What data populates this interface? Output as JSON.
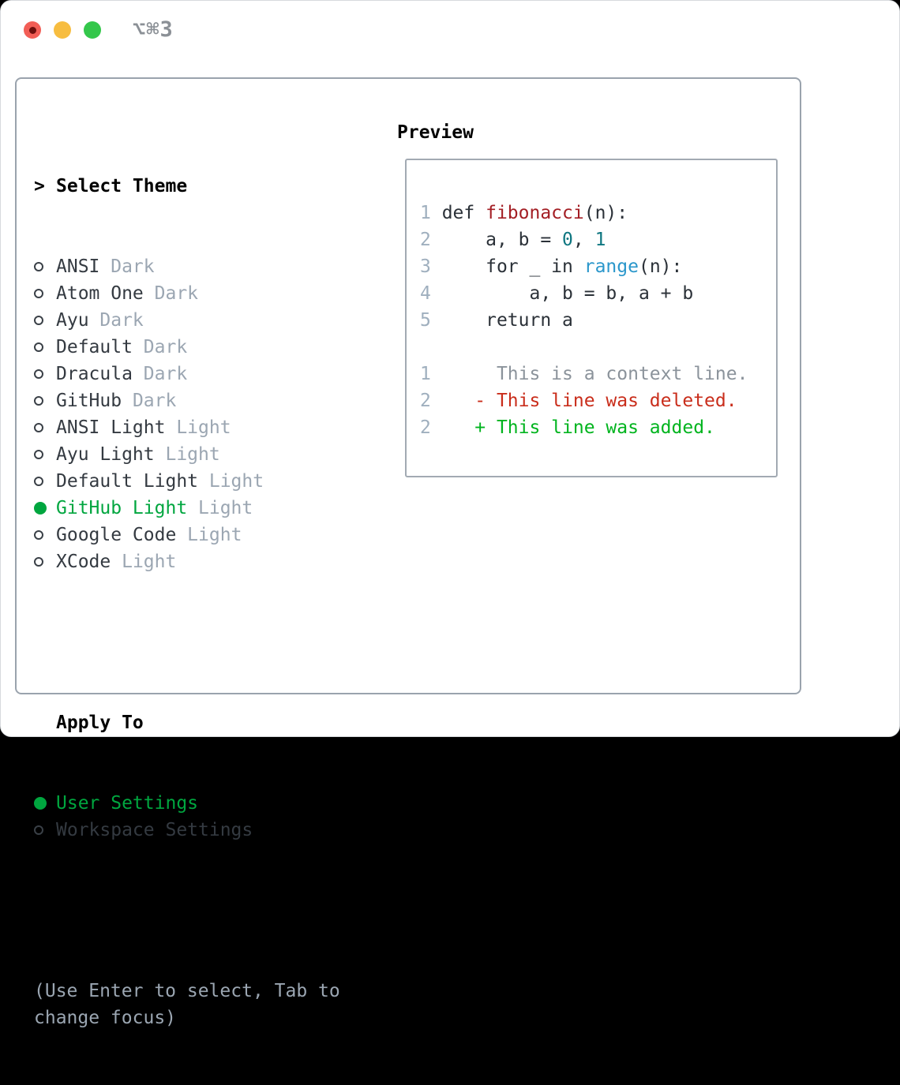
{
  "window": {
    "shortcut_label": "⌥⌘3",
    "traffic_lights": [
      "close",
      "minimize",
      "zoom"
    ]
  },
  "colors": {
    "selected_green": "#00a63f",
    "line_number": "#9fafbe",
    "code_plain": "#2b3138",
    "code_function": "#a31e24",
    "code_number": "#0e7680",
    "code_builtin": "#2b97cb",
    "diff_context": "#8b939b",
    "diff_deleted": "#c92d1b",
    "diff_added": "#00b41e",
    "muted_gray": "#9ba6b2",
    "panel_border": "#9aa3ad"
  },
  "theme_picker": {
    "header_marker": ">",
    "header": "Select Theme",
    "items": [
      {
        "name": "ANSI",
        "variant": "Dark",
        "selected": false
      },
      {
        "name": "Atom One",
        "variant": "Dark",
        "selected": false
      },
      {
        "name": "Ayu",
        "variant": "Dark",
        "selected": false
      },
      {
        "name": "Default",
        "variant": "Dark",
        "selected": false
      },
      {
        "name": "Dracula",
        "variant": "Dark",
        "selected": false
      },
      {
        "name": "GitHub",
        "variant": "Dark",
        "selected": false
      },
      {
        "name": "ANSI Light",
        "variant": "Light",
        "selected": false
      },
      {
        "name": "Ayu Light",
        "variant": "Light",
        "selected": false
      },
      {
        "name": "Default Light",
        "variant": "Light",
        "selected": false
      },
      {
        "name": "GitHub Light",
        "variant": "Light",
        "selected": true
      },
      {
        "name": "Google Code",
        "variant": "Light",
        "selected": false
      },
      {
        "name": "XCode",
        "variant": "Light",
        "selected": false
      }
    ],
    "apply_to": {
      "header": "Apply To",
      "options": [
        {
          "label": "User Settings",
          "selected": true
        },
        {
          "label": "Workspace Settings",
          "selected": false
        }
      ]
    },
    "hint_lines": [
      "(Use Enter to select, Tab to",
      "change focus)"
    ]
  },
  "preview": {
    "header": "Preview",
    "lines": [
      {
        "num": "1",
        "tokens": [
          {
            "t": "def ",
            "c": "plain"
          },
          {
            "t": "fibonacci",
            "c": "func"
          },
          {
            "t": "(n):",
            "c": "plain"
          }
        ]
      },
      {
        "num": "2",
        "tokens": [
          {
            "t": "    a, b = ",
            "c": "plain"
          },
          {
            "t": "0",
            "c": "num"
          },
          {
            "t": ", ",
            "c": "plain"
          },
          {
            "t": "1",
            "c": "num"
          }
        ]
      },
      {
        "num": "3",
        "tokens": [
          {
            "t": "    for _ in ",
            "c": "plain"
          },
          {
            "t": "range",
            "c": "builtin"
          },
          {
            "t": "(n):",
            "c": "plain"
          }
        ]
      },
      {
        "num": "4",
        "tokens": [
          {
            "t": "        a, b = b, a + b",
            "c": "plain"
          }
        ]
      },
      {
        "num": "5",
        "tokens": [
          {
            "t": "    return a",
            "c": "plain"
          }
        ]
      },
      {
        "num": "",
        "tokens": []
      },
      {
        "num": "1",
        "tokens": [
          {
            "t": "     This is a context line.",
            "c": "context"
          }
        ]
      },
      {
        "num": "2",
        "tokens": [
          {
            "t": "   - This line was deleted.",
            "c": "deleted"
          }
        ]
      },
      {
        "num": "2",
        "tokens": [
          {
            "t": "   + This line was added.",
            "c": "added"
          }
        ]
      }
    ]
  }
}
